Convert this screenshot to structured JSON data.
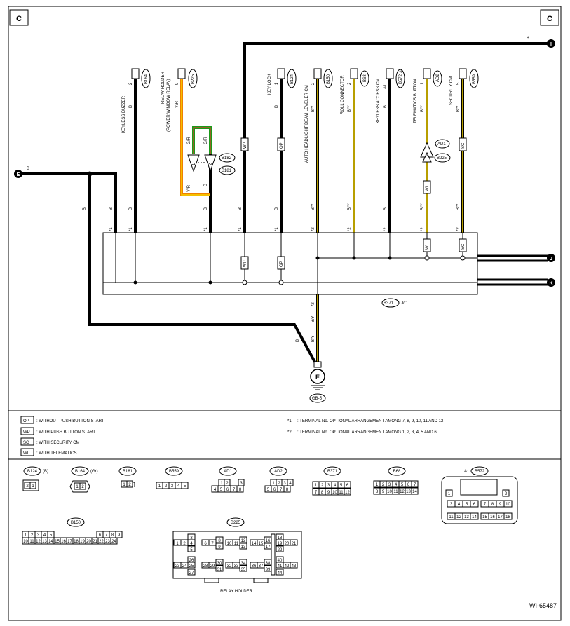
{
  "corner_labels": {
    "left": "C",
    "right": "C"
  },
  "connectors_top": [
    {
      "name": "KEYLESS BUZZER",
      "pin": "2",
      "id": "B164",
      "color": "B"
    },
    {
      "name": "RELAY HOLDER",
      "name2": "(POWER WINDOW RELAY)",
      "pin": "9",
      "id": "B225",
      "color": "Y/R"
    },
    {
      "name": "KEY LOCK",
      "pin": "1",
      "id": "B124",
      "color": "B"
    },
    {
      "name": "AUTO HEADLIGHT BEAM LEVELER CM",
      "pin": "2",
      "id": "B150",
      "color": "B/Y"
    },
    {
      "name": "ROLL CONNECTOR",
      "pin": "2",
      "id": "B68",
      "color": "B/Y"
    },
    {
      "name": "KEYLESS ACCESS CM",
      "pin": "A11",
      "id": "B572",
      "prefix": "A:",
      "color": "B"
    },
    {
      "name": "TELEMATICS BUTTON",
      "pin": "1",
      "id": "AD2",
      "color": "B/Y"
    },
    {
      "name": "SECURITY CM",
      "pin": "5",
      "id": "B559",
      "color": "B/Y"
    }
  ],
  "wire_labels": {
    "B": "B",
    "BY": "B/Y",
    "YR": "Y/R",
    "GR": "G/R",
    "star1": "*1",
    "star2": "*2",
    "wp": "WP",
    "op": "OP",
    "sc": "SC",
    "wl": "WL",
    "pin4": "4"
  },
  "splice_refs": {
    "b182": "B182",
    "b181": "B181",
    "ad1": "AD1",
    "b225": "B225"
  },
  "jc": {
    "id": "B371",
    "suffix": "J/C"
  },
  "ground": {
    "letter": "E",
    "id": "GB-5"
  },
  "terminals": {
    "I": "I",
    "E": "E",
    "J": "J",
    "K": "K"
  },
  "legend": [
    {
      "code": "OP",
      "text": ": WITHOUT PUSH BUTTON START"
    },
    {
      "code": "WP",
      "text": ": WITH PUSH BUTTON START"
    },
    {
      "code": "SC",
      "text": ": WITH SECURITY CM"
    },
    {
      "code": "WL",
      "text": ": WITH TELEMATICS"
    }
  ],
  "notes": [
    {
      "mark": "*1",
      "text": ": TERMINAL No. OPTIONAL ARRANGEMENT AMONG 7, 8, 9, 10, 11 AND 12"
    },
    {
      "mark": "*2",
      "text": ": TERMINAL No. OPTIONAL ARRANGEMENT AMONG 1, 2, 3, 4, 5 AND 6"
    }
  ],
  "faces": {
    "b124": {
      "id": "B124",
      "sub": "(B)",
      "pins": [
        "2",
        "1"
      ]
    },
    "b164": {
      "id": "B164",
      "sub": "(Gr)",
      "pins": [
        "1",
        "2"
      ]
    },
    "b181": {
      "id": "B181",
      "pins": [
        "1",
        "2"
      ]
    },
    "b559": {
      "id": "B559",
      "pins": [
        "1",
        "2",
        "3",
        "4",
        "5"
      ]
    },
    "ad1": {
      "id": "AD1",
      "row1": [
        "1",
        "2",
        "3"
      ],
      "row2": [
        "4",
        "5",
        "6",
        "7",
        "8"
      ]
    },
    "ad2": {
      "id": "AD2",
      "row1": [
        "1",
        "2",
        "3",
        "4"
      ],
      "row2": [
        "5",
        "6",
        "7",
        "8"
      ]
    },
    "b371": {
      "id": "B371",
      "row1": [
        "1",
        "2",
        "3",
        "4",
        "5",
        "6"
      ],
      "row2": [
        "7",
        "8",
        "9",
        "10",
        "11",
        "12"
      ]
    },
    "b68": {
      "id": "B68",
      "row1": [
        "1",
        "2",
        "3",
        "4",
        "5",
        "6",
        "7"
      ],
      "row2": [
        "8",
        "9",
        "10",
        "11",
        "12",
        "13",
        "14"
      ]
    },
    "b572": {
      "id": "B572",
      "prefix": "A:",
      "top": [
        "1",
        "2"
      ],
      "row1": [
        "3",
        "4",
        "5",
        "6",
        "7",
        "8",
        "9",
        "10"
      ],
      "row2": [
        "11",
        "12",
        "13",
        "14",
        "15",
        "16",
        "17",
        "18"
      ]
    },
    "b150": {
      "id": "B150",
      "row1": [
        "1",
        "2",
        "3",
        "4",
        "5",
        "6",
        "7",
        "8",
        "9"
      ],
      "row2": [
        "10",
        "11",
        "12",
        "13",
        "14",
        "15",
        "16",
        "17",
        "18",
        "19",
        "20",
        "21",
        "22",
        "23",
        "24"
      ]
    },
    "b225": {
      "id": "B225",
      "caption": "RELAY HOLDER",
      "cells": [
        "3",
        "1",
        "2",
        "4",
        "5",
        "6",
        "7",
        "8",
        "9",
        "10",
        "11",
        "12",
        "13",
        "14",
        "15",
        "16",
        "17",
        "18",
        "19",
        "20",
        "21",
        "22",
        "23",
        "24",
        "25",
        "26",
        "27",
        "28",
        "29",
        "30",
        "31",
        "32",
        "33",
        "34",
        "35",
        "36",
        "37",
        "38",
        "39",
        "40",
        "41",
        "42",
        "43",
        "44"
      ]
    }
  },
  "doc_id": "WI-65487"
}
